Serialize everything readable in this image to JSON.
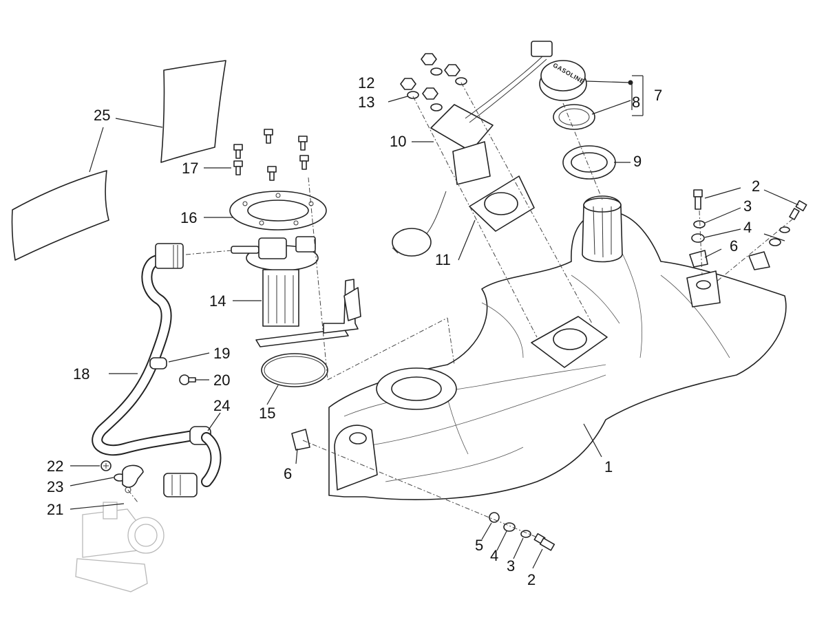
{
  "callouts": {
    "c1": "1",
    "c2a": "2",
    "c2b": "2",
    "c3a": "3",
    "c3b": "3",
    "c4a": "4",
    "c4b": "4",
    "c5": "5",
    "c6a": "6",
    "c6b": "6",
    "c7": "7",
    "c8": "8",
    "c9": "9",
    "c10": "10",
    "c11": "11",
    "c12": "12",
    "c13": "13",
    "c14": "14",
    "c15": "15",
    "c16": "16",
    "c17": "17",
    "c18": "18",
    "c19": "19",
    "c20": "20",
    "c21": "21",
    "c22": "22",
    "c23": "23",
    "c24": "24",
    "c25": "25"
  },
  "cap_text": "GASOLINE",
  "colors": {
    "line": "#222222",
    "ghost": "#b8b8b8",
    "background": "#ffffff"
  }
}
